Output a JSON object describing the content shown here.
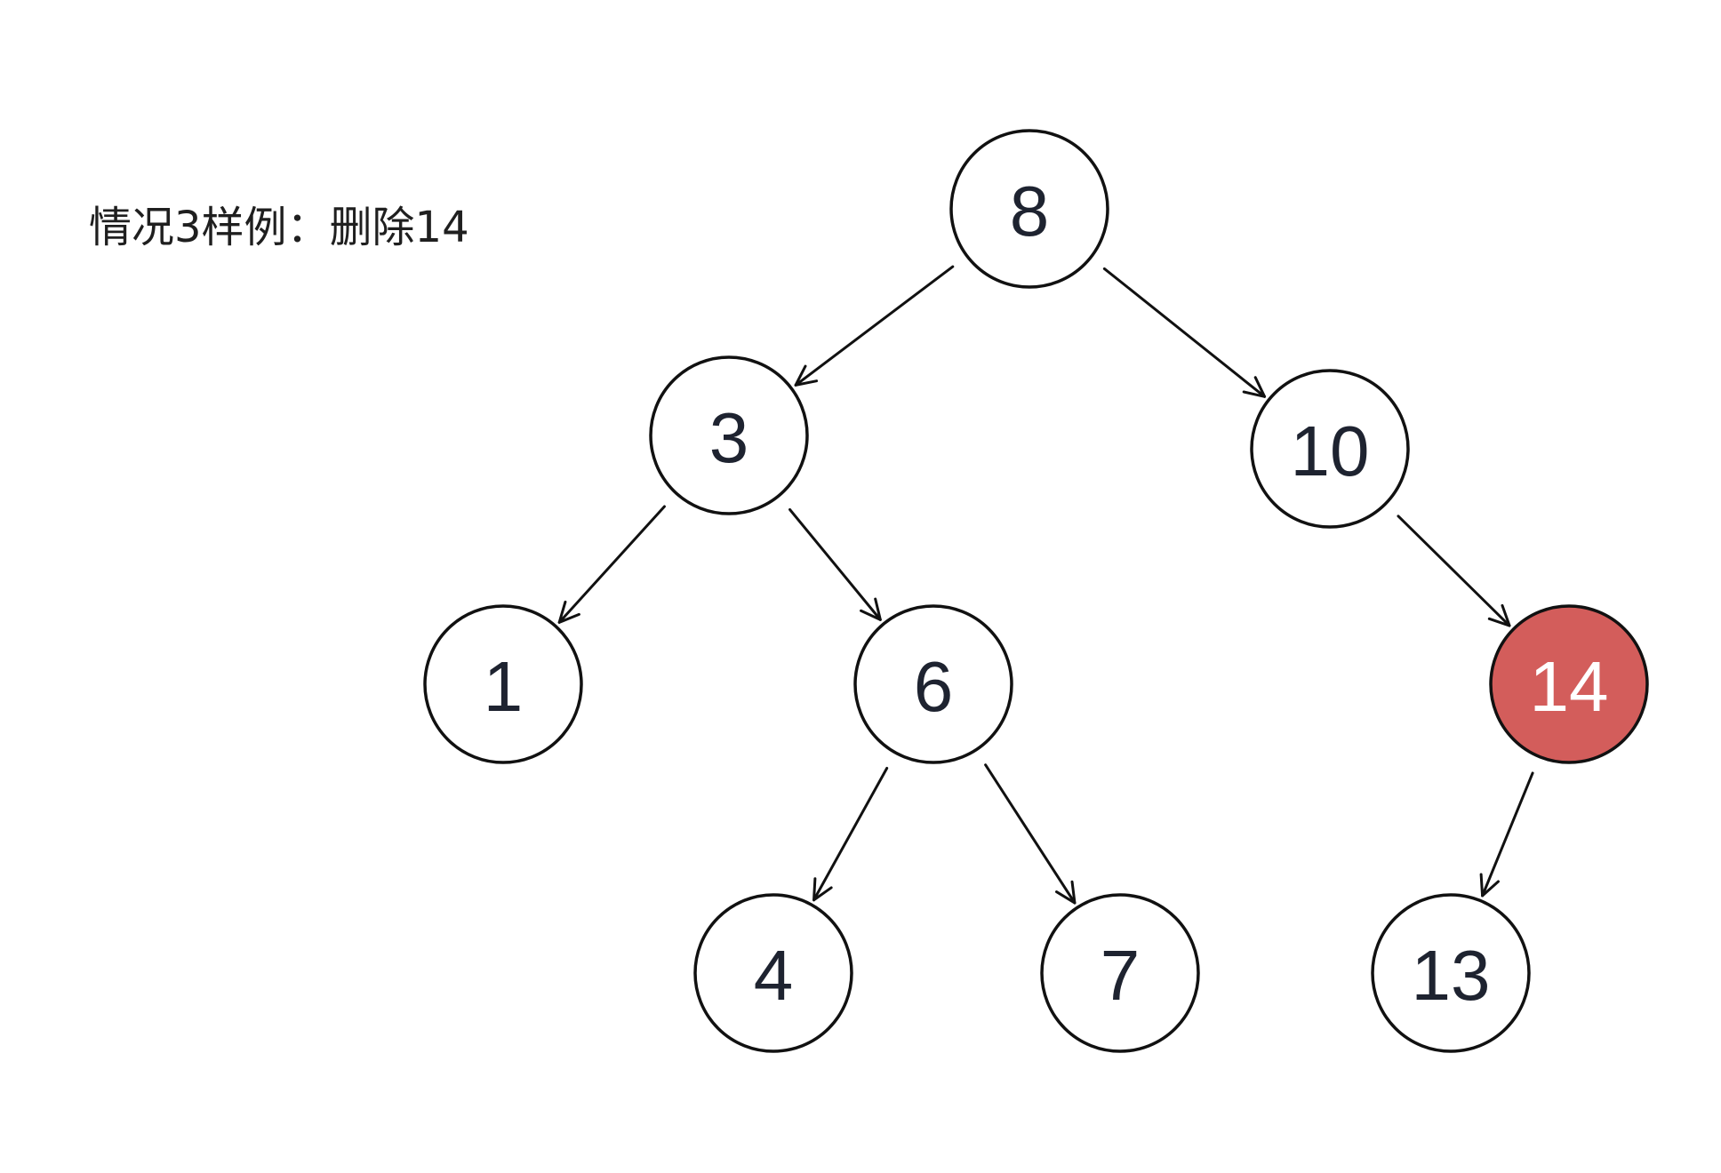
{
  "caption": "情况3样例：删除14",
  "colors": {
    "stroke": "#111111",
    "node_fill": "#ffffff",
    "highlight_fill": "#d35d5b",
    "label": "#1e2330",
    "highlight_label": "#ffffff"
  },
  "tree": {
    "nodes": [
      {
        "id": "n8",
        "label": "8",
        "highlighted": false
      },
      {
        "id": "n3",
        "label": "3",
        "highlighted": false
      },
      {
        "id": "n10",
        "label": "10",
        "highlighted": false
      },
      {
        "id": "n1",
        "label": "1",
        "highlighted": false
      },
      {
        "id": "n6",
        "label": "6",
        "highlighted": false
      },
      {
        "id": "n14",
        "label": "14",
        "highlighted": true
      },
      {
        "id": "n4",
        "label": "4",
        "highlighted": false
      },
      {
        "id": "n7",
        "label": "7",
        "highlighted": false
      },
      {
        "id": "n13",
        "label": "13",
        "highlighted": false
      }
    ],
    "edges": [
      {
        "from": "n8",
        "to": "n3"
      },
      {
        "from": "n8",
        "to": "n10"
      },
      {
        "from": "n3",
        "to": "n1"
      },
      {
        "from": "n3",
        "to": "n6"
      },
      {
        "from": "n10",
        "to": "n14"
      },
      {
        "from": "n6",
        "to": "n4"
      },
      {
        "from": "n6",
        "to": "n7"
      },
      {
        "from": "n14",
        "to": "n13"
      }
    ]
  }
}
